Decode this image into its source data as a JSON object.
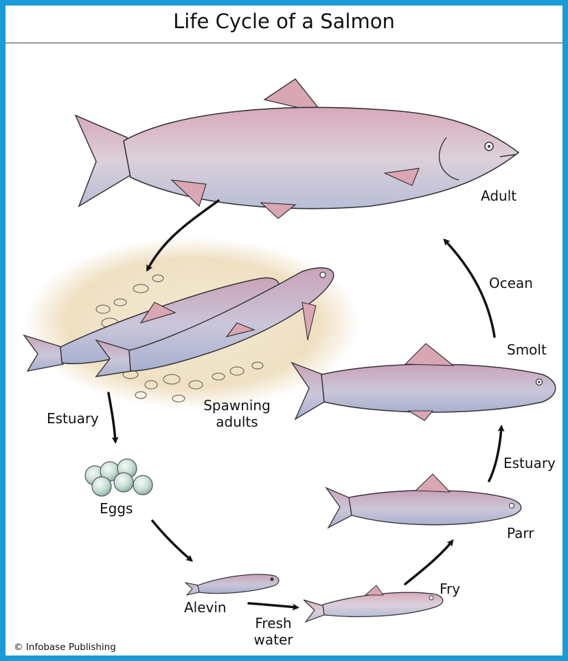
{
  "title": "Life Cycle of a Salmon",
  "stages": {
    "adult": "Adult",
    "spawning_line1": "Spawning",
    "spawning_line2": "adults",
    "eggs": "Eggs",
    "alevin": "Alevin",
    "fry": "Fry",
    "parr": "Parr",
    "smolt": "Smolt"
  },
  "habitats": {
    "estuary_left": "Estuary",
    "fresh_line1": "Fresh",
    "fresh_line2": "water",
    "estuary_right": "Estuary",
    "ocean": "Ocean"
  },
  "credit": "© Infobase Publishing",
  "colors": {
    "border": "#1a9ad6",
    "fish_body": "#d9c3d0",
    "fish_belly": "#b9bfd6",
    "fin": "#d9a6b3",
    "egg": "#cfe3d9",
    "gravel_patch": "#efe2c8"
  }
}
